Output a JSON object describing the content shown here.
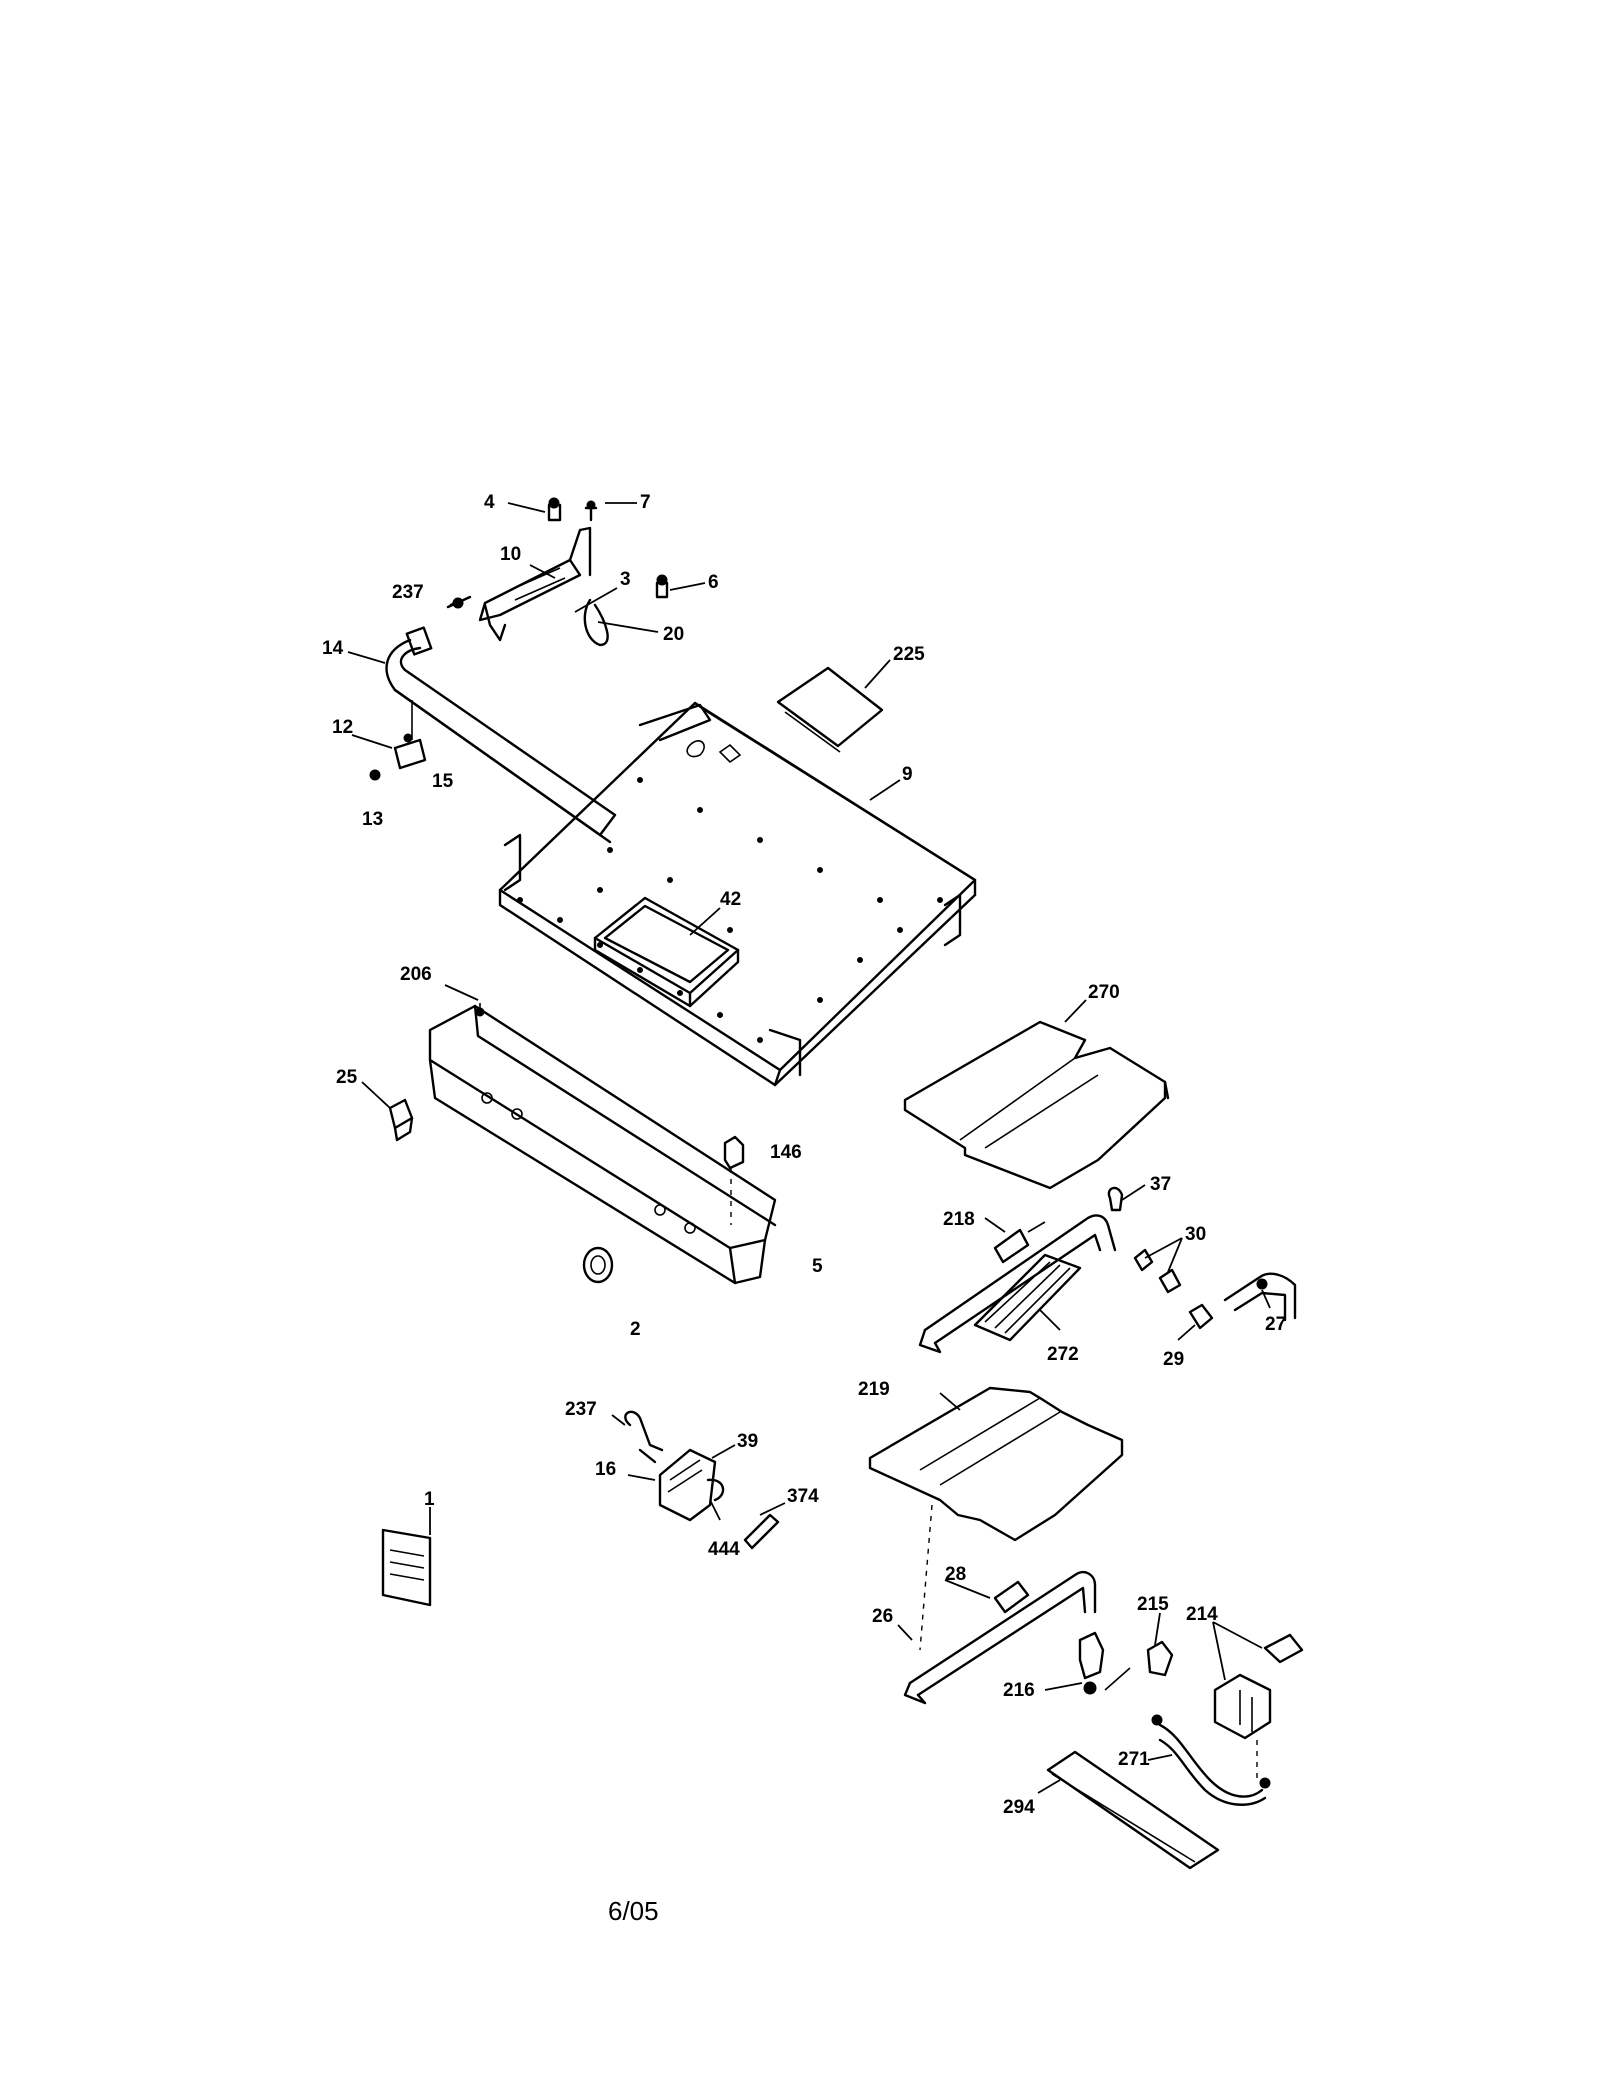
{
  "diagram": {
    "callouts": [
      "1",
      "2",
      "3",
      "4",
      "5",
      "6",
      "7",
      "9",
      "10",
      "12",
      "13",
      "14",
      "15",
      "16",
      "20",
      "25",
      "26",
      "27",
      "28",
      "29",
      "30",
      "37",
      "39",
      "42",
      "146",
      "206",
      "214",
      "215",
      "216",
      "218",
      "219",
      "225",
      "237",
      "237",
      "270",
      "271",
      "272",
      "294",
      "374",
      "444"
    ]
  },
  "footer": {
    "date_code": "6/05"
  }
}
